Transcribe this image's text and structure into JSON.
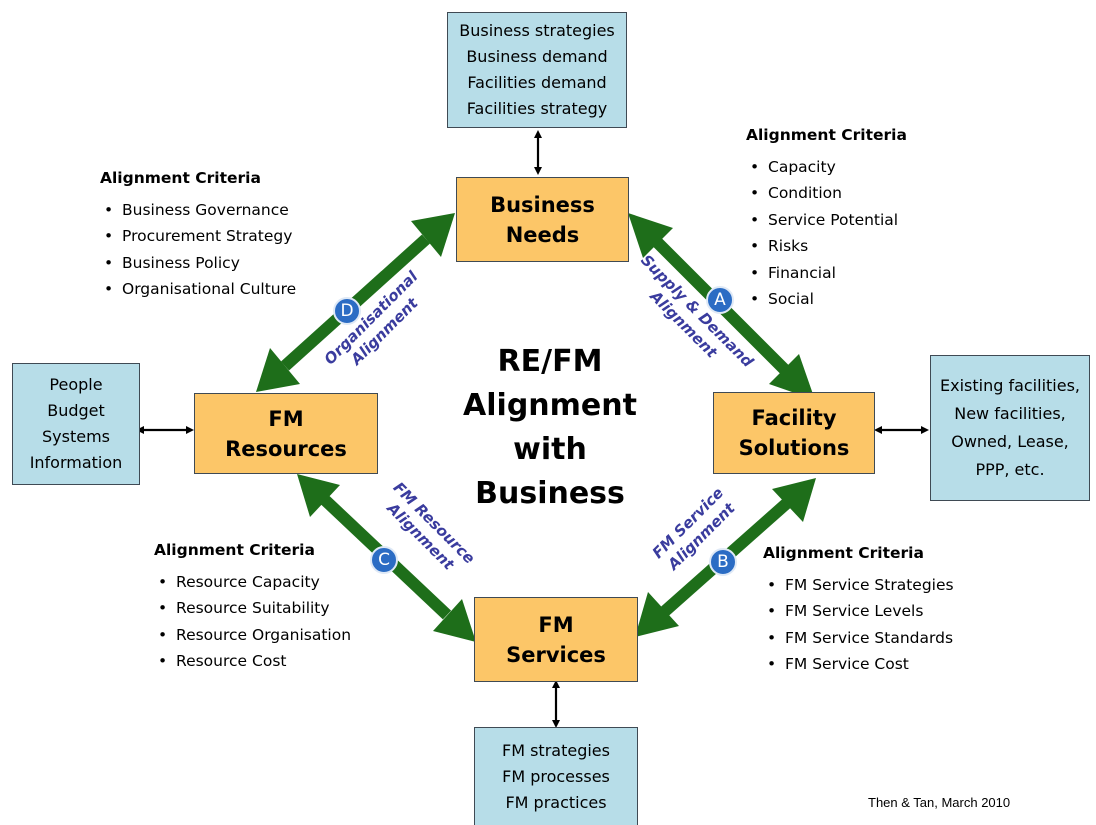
{
  "center_title": [
    "RE/FM",
    "Alignment",
    "with",
    "Business"
  ],
  "nodes": {
    "business_needs": [
      "Business",
      "Needs"
    ],
    "facility_solutions": [
      "Facility",
      "Solutions"
    ],
    "fm_resources": [
      "FM",
      "Resources"
    ],
    "fm_services": [
      "FM",
      "Services"
    ]
  },
  "context_boxes": {
    "top": [
      "Business strategies",
      "Business demand",
      "Facilities demand",
      "Facilities strategy"
    ],
    "right": [
      "Existing facilities,",
      "New facilities,",
      "Owned, Lease,",
      "PPP, etc."
    ],
    "left": [
      "People",
      "Budget",
      "Systems",
      "Information"
    ],
    "bottom": [
      "FM strategies",
      "FM processes",
      "FM practices"
    ]
  },
  "alignments": {
    "a": {
      "badge": "A",
      "lines": [
        "Supply & Demand",
        "Alignment"
      ]
    },
    "b": {
      "badge": "B",
      "lines": [
        "FM Service",
        "Alignment"
      ]
    },
    "c": {
      "badge": "C",
      "lines": [
        "FM Resource",
        "Alignment"
      ]
    },
    "d": {
      "badge": "D",
      "lines": [
        "Organisational",
        "Alignment"
      ]
    }
  },
  "criteria": {
    "top_right": {
      "heading": "Alignment Criteria",
      "items": [
        "Capacity",
        "Condition",
        "Service Potential",
        "Risks",
        "Financial",
        "Social"
      ]
    },
    "top_left": {
      "heading": "Alignment Criteria",
      "items": [
        "Business Governance",
        "Procurement Strategy",
        "Business Policy",
        "Organisational Culture"
      ]
    },
    "bottom_left": {
      "heading": "Alignment Criteria",
      "items": [
        "Resource Capacity",
        "Resource Suitability",
        "Resource Organisation",
        "Resource Cost"
      ]
    },
    "bottom_right": {
      "heading": "Alignment Criteria",
      "items": [
        "FM Service Strategies",
        "FM Service Levels",
        "FM Service Standards",
        "FM Service Cost"
      ]
    }
  },
  "credit": "Then & Tan, March 2010",
  "colors": {
    "node_fill": "#fcc668",
    "box_fill": "#b7dde8",
    "arrow_green": "#1e6e1a",
    "label_blue": "#3a3c9e",
    "badge_blue": "#2b6cc4"
  }
}
